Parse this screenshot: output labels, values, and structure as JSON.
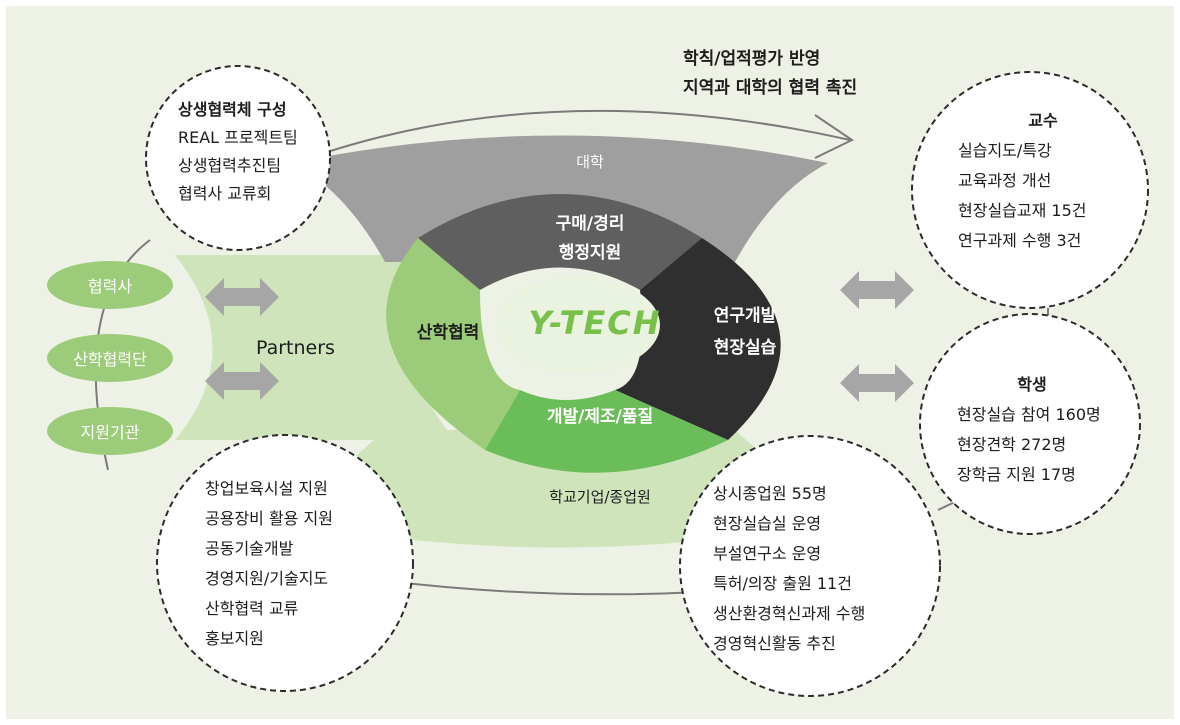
{
  "top_note": {
    "line1": "학칙/업적평가 반영",
    "line2": "지역과 대학의 협력 촉진"
  },
  "left_top_circle": {
    "title": "상생협력체 구성",
    "items": [
      "REAL 프로젝트팀",
      "상생협력추진팀",
      "협력사 교류회"
    ]
  },
  "left_bottom_circle": {
    "items": [
      "창업보육시설 지원",
      "공용장비 활용 지원",
      "공동기술개발",
      "경영지원/기술지도",
      "산학협력 교류",
      "홍보지원"
    ]
  },
  "right_top_circle": {
    "title": "교수",
    "items": [
      "실습지도/특강",
      "교육과정 개선",
      "현장실습교재 15건",
      "연구과제 수행 3건"
    ]
  },
  "right_mid_circle": {
    "title": "학생",
    "items": [
      "현장실습 참여 160명",
      "현장견학 272명",
      "장학금 지원 17명"
    ]
  },
  "bottom_center_circle": {
    "items": [
      "상시종업원 55명",
      "현장실습실 운영",
      "부설연구소 운영",
      "특허/의장 출원 11건",
      "생산환경혁신과제 수행",
      "경영혁신활동 추진"
    ]
  },
  "partner_pills": [
    "협력사",
    "산학협력단",
    "지원기관"
  ],
  "partners_label": "Partners",
  "ring": {
    "top_fan": "대학",
    "bottom_fan": "학교기업/종업원",
    "seg_top": [
      "구매/경리",
      "행정지원"
    ],
    "seg_left": "산학협력",
    "seg_right": [
      "연구개발",
      "현장실습"
    ],
    "seg_bottom": "개발/제조/품질",
    "center": "Y-TECH"
  },
  "colors": {
    "background": "#eef2e6",
    "fan_gray": "#9f9f9f",
    "fan_green": "#cfe4bb",
    "seg_dark_gray": "#5f5f5f",
    "seg_black": "#2f2f2f",
    "seg_light_green": "#9ccc7a",
    "seg_green": "#6bbd5a",
    "center_text": "#78c04a",
    "arrow_gray": "#a6a6a6"
  }
}
